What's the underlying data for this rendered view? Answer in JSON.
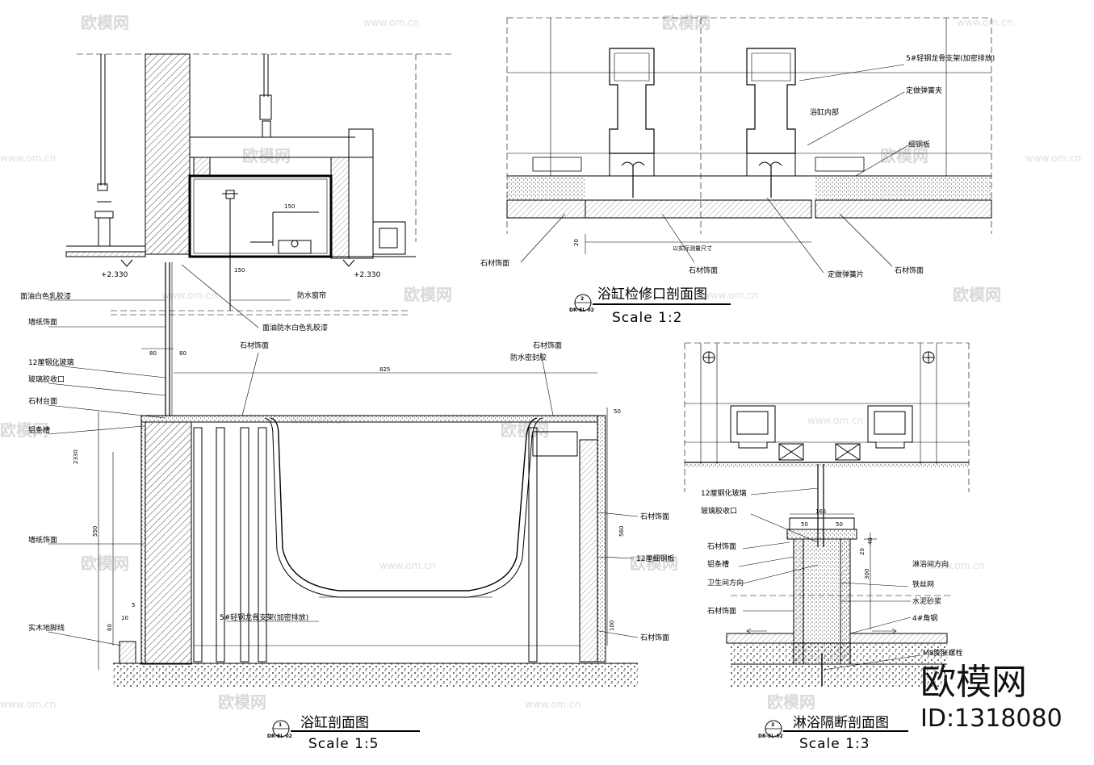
{
  "drawing1": {
    "title": "浴缸剖面图",
    "scale": "Scale 1:5",
    "number": "1",
    "ref": "DR-EL-02",
    "labels": {
      "paint_white": "面油白色乳胶漆",
      "wallpaper_top": "墙纸饰面",
      "glass12": "12厘钢化玻璃",
      "glass_glue": "玻璃胶收口",
      "stone_top": "石材台面",
      "alum_slot": "铝条槽",
      "wallpaper_bottom": "墙纸饰面",
      "skirting": "实木地脚线",
      "waterproof_curtain": "防水窗帘",
      "paint_wp": "面油防水白色乳胶漆",
      "stone_finish_a": "石材饰面",
      "stone_finish_b": "石材饰面",
      "sealant": "防水密封胶",
      "stone_finish_c": "石材饰面",
      "board12": "12厘细钢板",
      "steel_frame": "5#轻钢龙骨支架(加密排放)",
      "stone_finish_d": "石材饰面"
    },
    "levels": {
      "left": "+2.330",
      "right": "+2.330"
    },
    "dims": {
      "d80a": "80",
      "d80b": "80",
      "d825": "825",
      "d2330": "2330",
      "d550": "550",
      "d560": "560",
      "d50": "50",
      "d100": "100",
      "d60": "60",
      "d150": "150",
      "d5": "5",
      "d10": "10"
    }
  },
  "drawing2": {
    "title": "浴缸检修口剖面图",
    "scale": "Scale 1:2",
    "number": "2",
    "ref": "DR-EL-02",
    "labels": {
      "steel_frame": "5#轻钢龙骨支架(加密排放)",
      "spring_clip": "定做弹簧夹",
      "inside": "浴缸内部",
      "plate": "细钢板",
      "stone_left": "石材饰面",
      "stone_mid": "石材饰面",
      "spring_sheet": "定做弹簧片",
      "stone_right": "石材饰面",
      "site_dim": "以实际测量尺寸",
      "d20": "20"
    }
  },
  "drawing3": {
    "title": "淋浴隔断剖面图",
    "scale": "Scale 1:3",
    "number": "3",
    "ref": "DR-EL-02",
    "labels": {
      "glass12": "12厘钢化玻璃",
      "glass_glue": "玻璃胶收口",
      "stone_a": "石材饰面",
      "alum_slot": "铝条槽",
      "wc_dir": "卫生间方向",
      "stone_b": "石材饰面",
      "shower_dir": "淋浴间方向",
      "wire_mesh": "铁丝网",
      "mortar": "水泥砂浆",
      "angle": "4#角钢",
      "bolt": "M8膨胀螺栓",
      "d165": "165",
      "d50a": "50",
      "d50b": "50",
      "d300": "300",
      "d40": "40",
      "d20": "20"
    }
  },
  "watermark": {
    "text": "欧模网",
    "url": "www.om.cn"
  },
  "branding": {
    "name": "欧模网",
    "id": "ID:1318080"
  }
}
